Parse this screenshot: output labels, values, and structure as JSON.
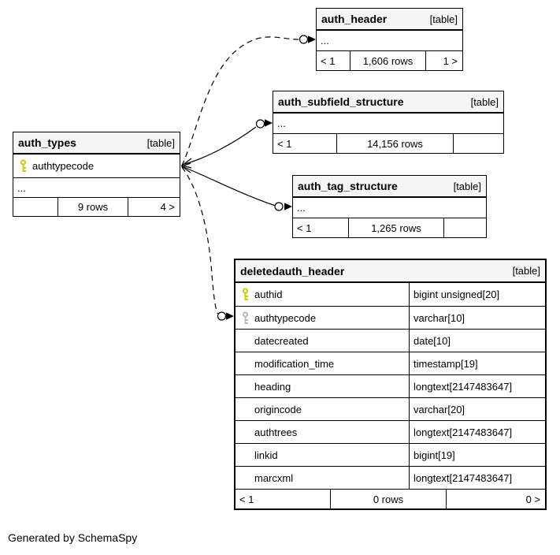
{
  "credit_text": "Generated by SchemaSpy",
  "colors": {
    "primary_key_icon": "#cccc00",
    "index_key_icon": "#b9b9b9",
    "header_bg": "#f5f5f5",
    "border": "#000000",
    "background": "#ffffff"
  },
  "icons": {
    "primary_key": "key-icon",
    "index_key": "key-icon"
  },
  "tables": {
    "auth_header": {
      "title": "auth_header",
      "badge": "[table]",
      "ellipsis": "...",
      "footer": {
        "left": "< 1",
        "center": "1,606 rows",
        "right": "1 >"
      }
    },
    "auth_subfield_structure": {
      "title": "auth_subfield_structure",
      "badge": "[table]",
      "ellipsis": "...",
      "footer": {
        "left": "< 1",
        "center": "14,156 rows",
        "right": ""
      }
    },
    "auth_tag_structure": {
      "title": "auth_tag_structure",
      "badge": "[table]",
      "ellipsis": "...",
      "footer": {
        "left": "< 1",
        "center": "1,265 rows",
        "right": ""
      }
    },
    "auth_types": {
      "title": "auth_types",
      "badge": "[table]",
      "columns": [
        {
          "name": "authtypecode",
          "key": "primary"
        }
      ],
      "ellipsis": "...",
      "footer": {
        "left": "",
        "center": "9 rows",
        "right": "4 >"
      }
    },
    "deletedauth_header": {
      "title": "deletedauth_header",
      "badge": "[table]",
      "columns": [
        {
          "name": "authid",
          "type": "bigint unsigned[20]",
          "key": "primary"
        },
        {
          "name": "authtypecode",
          "type": "varchar[10]",
          "key": "index"
        },
        {
          "name": "datecreated",
          "type": "date[10]",
          "key": ""
        },
        {
          "name": "modification_time",
          "type": "timestamp[19]",
          "key": ""
        },
        {
          "name": "heading",
          "type": "longtext[2147483647]",
          "key": ""
        },
        {
          "name": "origincode",
          "type": "varchar[20]",
          "key": ""
        },
        {
          "name": "authtrees",
          "type": "longtext[2147483647]",
          "key": ""
        },
        {
          "name": "linkid",
          "type": "bigint[19]",
          "key": ""
        },
        {
          "name": "marcxml",
          "type": "longtext[2147483647]",
          "key": ""
        }
      ],
      "footer": {
        "left": "< 1",
        "center": "0 rows",
        "right": "0 >"
      }
    }
  },
  "relationships": [
    {
      "from": "auth_types.authtypecode",
      "to": "auth_header",
      "style": "dashed"
    },
    {
      "from": "auth_types.authtypecode",
      "to": "auth_subfield_structure",
      "style": "solid"
    },
    {
      "from": "auth_types.authtypecode",
      "to": "auth_tag_structure",
      "style": "solid"
    },
    {
      "from": "auth_types.authtypecode",
      "to": "deletedauth_header.authtypecode",
      "style": "dashed"
    }
  ]
}
